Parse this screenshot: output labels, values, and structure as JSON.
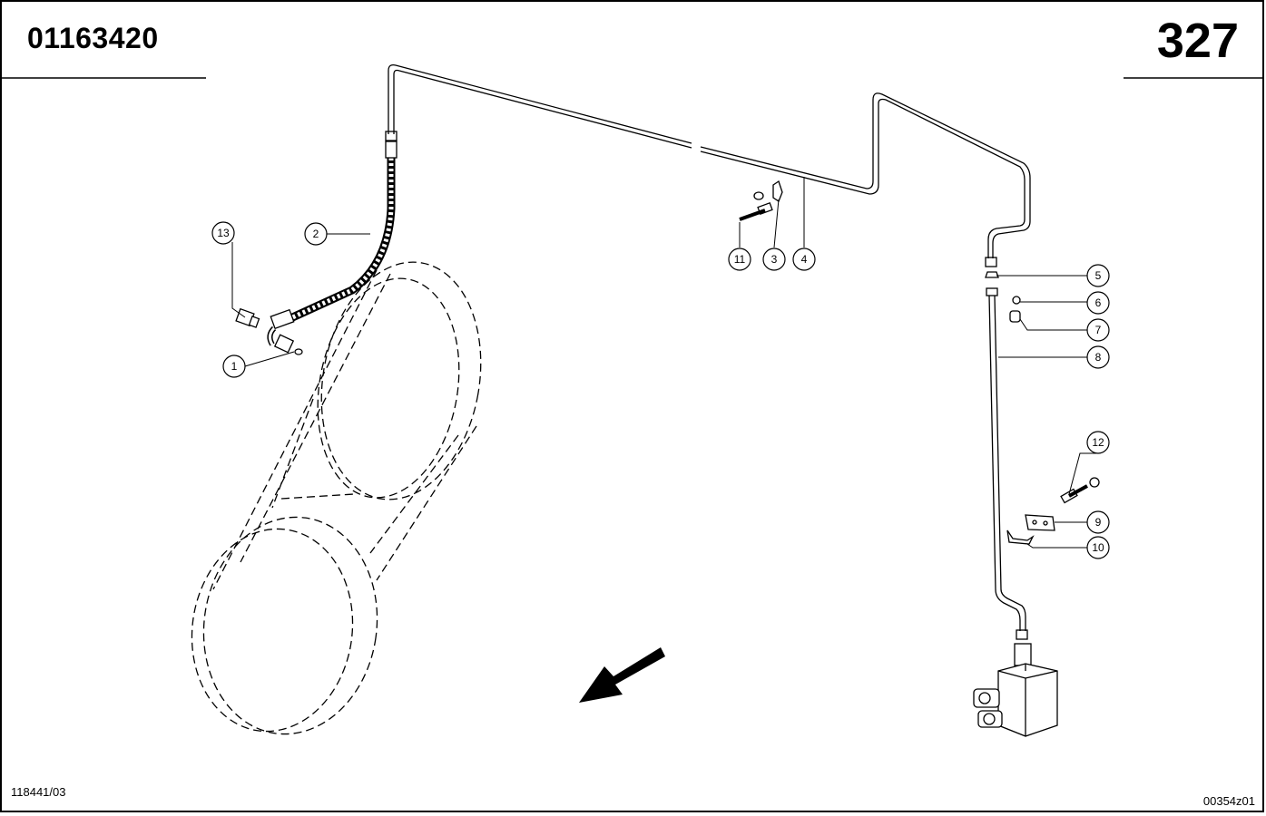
{
  "header": {
    "part_number": "01163420",
    "page_number": "327"
  },
  "footer": {
    "left_code": "118441/03",
    "right_code": "00354z01"
  },
  "callouts": [
    "1",
    "2",
    "3",
    "4",
    "5",
    "6",
    "7",
    "8",
    "9",
    "10",
    "11",
    "12",
    "13"
  ]
}
